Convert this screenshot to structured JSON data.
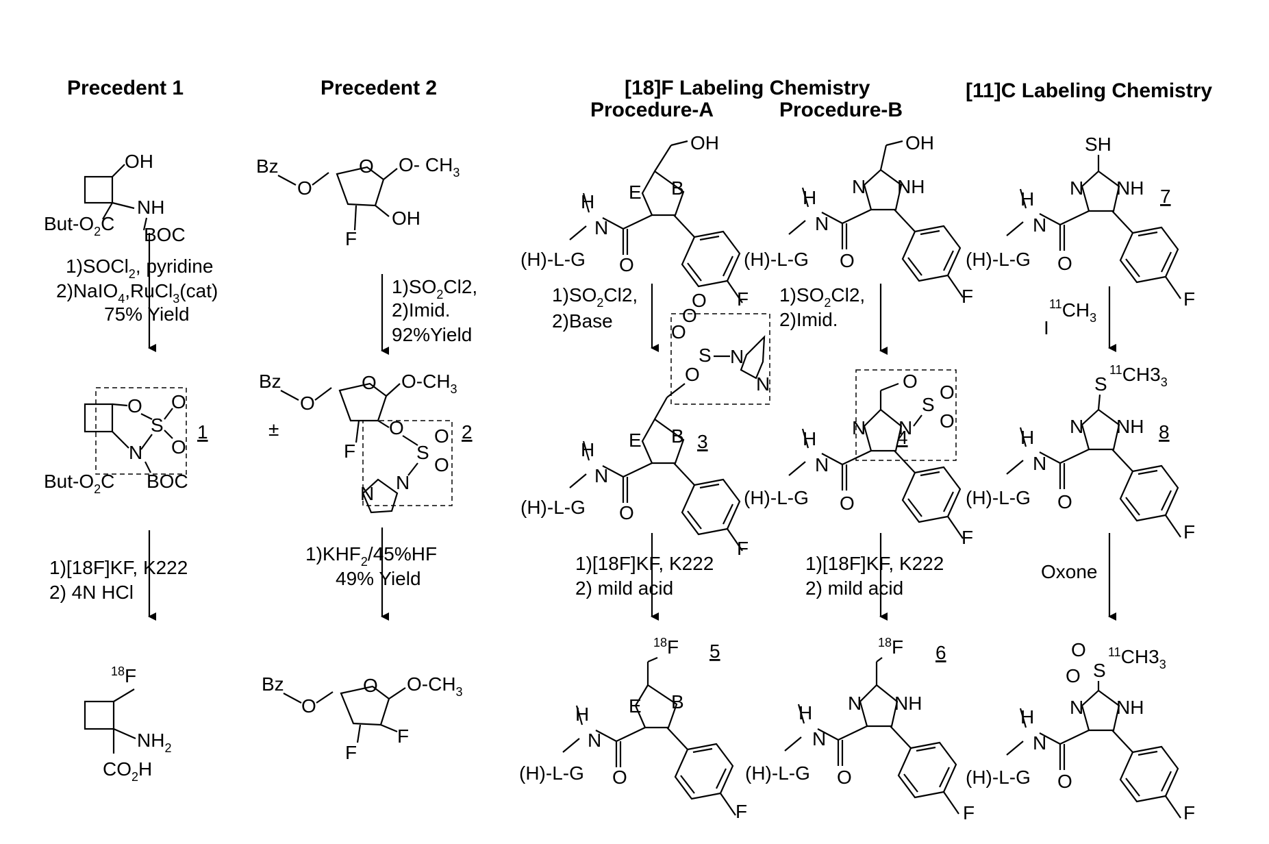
{
  "headers": {
    "precedent1": "Precedent 1",
    "precedent2": "Precedent 2",
    "f18": "[18]F Labeling Chemistry",
    "procA": "Procedure-A",
    "procB": "Procedure-B",
    "c11": "[11]C Labeling Chemistry"
  },
  "atoms": {
    "OH": "OH",
    "O": "O",
    "S": "S",
    "N": "N",
    "NH": "NH",
    "H": "H",
    "F": "F",
    "E": "E",
    "B": "B",
    "SH": "SH",
    "CH3": "CH3",
    "NH2": "NH",
    "CO2H": "CO",
    "H_sub": "H",
    "ButO2C": "But-O",
    "C": "C",
    "BOC": "BOC",
    "Bz": "Bz",
    "OCH3": "O-CH",
    "OCH3b": "O- CH",
    "HLG": "(H)-L-G",
    "three": "3",
    "two": "2",
    "eighteen": "18",
    "eleven": "11",
    "plusminus": "±",
    "I": "I"
  },
  "compounds": {
    "c1": "1",
    "c2": "2",
    "c3": "3",
    "c4": "4",
    "c5": "5",
    "c6": "6",
    "c7": "7",
    "c8": "8"
  },
  "conditions": {
    "p1_step1": [
      "1)SOCl",
      ", pyridine"
    ],
    "p1_step1b": [
      "2)NaIO",
      ",RuCl",
      "(cat)"
    ],
    "p1_step1c": "75% Yield",
    "p1_step2": [
      "1)[18F]KF, K222",
      "2) 4N HCl"
    ],
    "p2_step1": [
      "1)SO",
      "Cl2,",
      "2)Imid.",
      "92%Yield"
    ],
    "p2_step2": [
      "1)KHF",
      "/45%HF",
      "49% Yield"
    ],
    "a_step1": [
      "1)SO",
      "Cl2,",
      "2)Base"
    ],
    "a_step2": [
      "1)[18F]KF, K222",
      "2) mild acid"
    ],
    "b_step1": [
      "1)SO",
      "Cl2,",
      "2)Imid."
    ],
    "b_step2": [
      "1)[18F]KF, K222",
      "2) mild acid"
    ],
    "c_step1": [
      "CH",
      "I"
    ],
    "c_step2": "Oxone"
  }
}
